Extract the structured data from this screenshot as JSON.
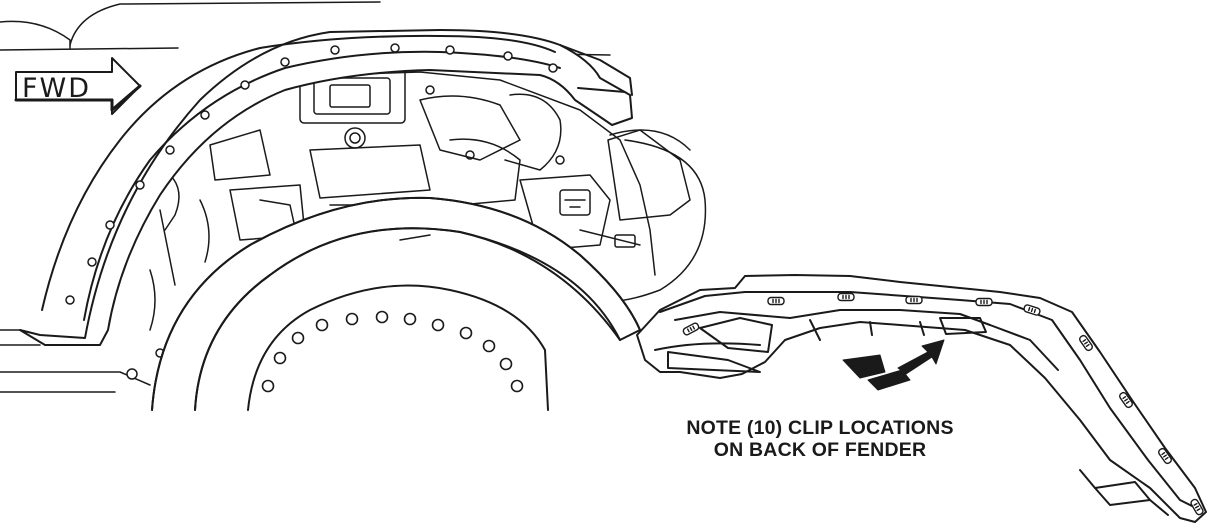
{
  "diagram": {
    "direction_label": "FWD",
    "note_line_1": "NOTE (10) CLIP LOCATIONS",
    "note_line_2": "ON BACK OF FENDER",
    "line_color": "#1a1a1a",
    "fill_color": "#ffffff"
  },
  "clip_count": 10,
  "icons": {
    "direction_arrow": "fwd-arrow-icon",
    "rotate_arrow": "flip-arrow-icon"
  }
}
